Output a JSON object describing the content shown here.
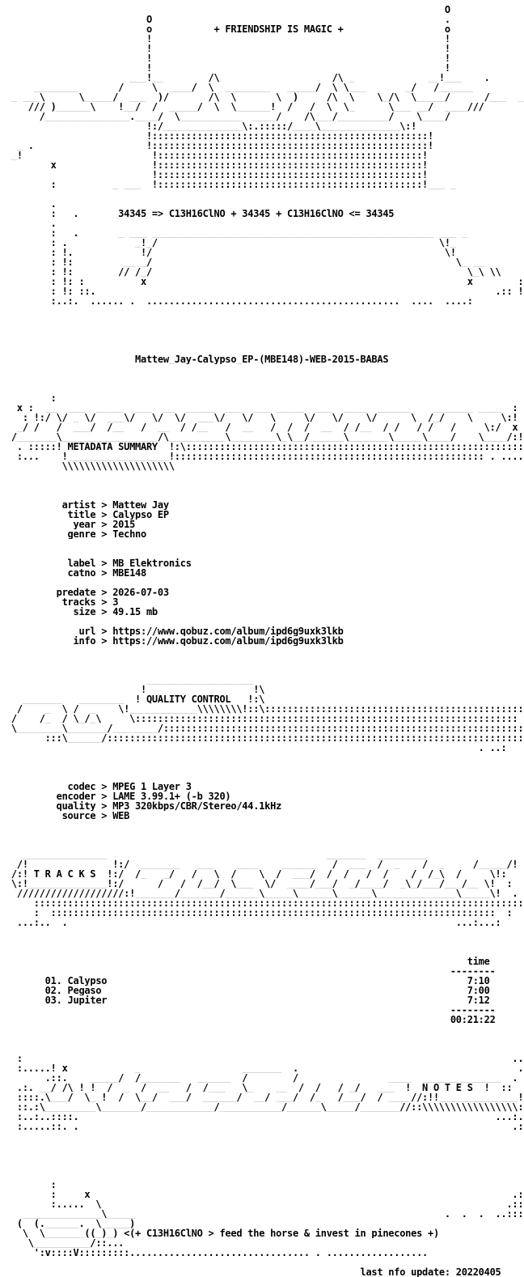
{
  "title": "Mattew_Jay-Calypso_EP-(MBE148)-WEB-2015-BABAS",
  "lines": [
    "                                                                               O",
    "                          O                                                    .",
    "                          o           + FRIENDSHIP IS MAGIC +                  o",
    "                          !                                                    !",
    "                          !                                                    !",
    "                          !                                                    !",
    "                          !                                                    !",
    "                       ___!__        /\\                    /\\ _             __!___    .",
    "      ________       /     \\  ____/  \\  ________   _____/  \\ \\___       _/   /______",
    "  _ ___\\      \\_____/  ___  )/       /\\  \\       \\  )     /\\  \\    \\_/\\  \\_____/      /___  _ ____  _",
    "     /// )______\\    !__/  /  _____/  \\  \\______!  /   /  \\  \\_      \\___ __/  ____///",
    "       /_______________.____/  \\___________  ____/    /\\___/_________/    \\____/",
    "                          !:/______________\\:.:::::/____\\______________\\:!",
    "                          !:::::::::::::::::::::::::::::::::::::::::::::::::!",
    "   _ .                    !:::::::::::::::::::::::::::::::::::::::::::::::::!",
    "  _!                       !:::::::::::::::::::::::::::::::::::::::::::::::!",
    "         x                 !:::::::::::::::::::::::::::::::::::::::::::::::!                     .",
    "                           !:::::::::::::::::::::::::::::::::::::::::::::::!",
    "         :          _ ___  !:::::::::::::::::::::::::::::::::::::::::::::::!___ _               x",
    "",
    "         .                                                                                       .",
    "         :   .       34345 => C13H16ClNO + 34345 + C13H16ClNO <= 34345",
    "         .",
    "         :   .       _ ___ __________________________________________________ ___ _            _ :",
    "         : .            _!_/                                                  \\!_             ! !",
    "         : !.            !/                                                    \\!              .! !",
    "         : !:         __ _/                                                      \\_ __         :! !",
    "         : !:        // /_/                                                        \\_\\ \\\\      :! !",
    "         : !: :          x                                                         x        : :x :",
    "         : !: ::.                                                                       .:: !: !",
    "         :..:.  ...... .  .............................................  ....  ....:",
    "",
    "",
    "",
    "",
    "",
    "                        Mattew_Jay-Calypso_EP-(MBE148)-WEB-2015-BABAS",
    "",
    "",
    "",
    "         :                                                                                     :",
    "   x :  __  ___  _____  ___  __  _____  ___  ___ _____  ___  ____  ______    _______ ____  :",
    "    : !:/ \\/ _ \\/  ___\\/   \\/  \\/  ___\\/   \\/   \\     \\/   \\/    \\/      \\  /_/    \\     \\:!",
    "   _/ /   /  ___/  /__   /  __  / /__   /  __   /  /  /  __  / /__  / /   / /   /     \\:/  x",
    "  /_______\\_________________/\\__________\\________\\_\\__/______\\_______\\_____\\____/    \\____/:!",
    "   . :::::! METADATA SUMMARY  !:\\::::::::::::::::::::::::::::::::::::::::::::::::::::::::::::::",
    "   :...    !__________________!::::::::::::::::::::::::::::::::::::::::::::::::::::::: . ....:",
    "           \\\\\\\\\\\\\\\\\\\\\\\\\\\\\\\\\\\\\\\\",
    "",
    "",
    "",
    "           artist > Mattew Jay",
    "            title > Calypso EP",
    "             year > 2015",
    "            genre > Techno",
    "",
    "",
    "            label > MB Elektronics",
    "            catno > MBE148",
    "",
    "          predate > 2026-07-03",
    "           tracks > 3",
    "             size > 49.15 mb",
    "",
    "              url > https://www.qobuz.com/album/ipd6g9uxk3lkb",
    "             info > https://www.qobuz.com/album/ipd6g9uxk3lkb",
    "",
    "",
    "",
    "                          ___________________",
    "                         !                   !\\",
    "    _______   ________  ! QUALITY CONTROL   !:\\",
    "   /    _  \\ /  _    \\!____________\\\\\\\\\\\\\\\\!::\\:::::::::::::::::::::::::::::::::::::::::::::::",
    "  /    /_  / \\_/_\\     \\::::::::::::::::::::::::::::::::::::::::::::::::::::::::::::::::::::   .",
    "  \\________\\_______/________/::::::::::::::::::::::::::::::::::::::::::::::::::::::::::::::::::  :",
    "        :::\\______/:::::::::::::::::::::::::::::::::::::::::::::::::::::::::::::::::::::::::::  :",
    "                                                                                     . ..:",
    "",
    "",
    "",
    "            codec > MPEG 1 Layer 3",
    "          encoder > LAME 3.99.1+ (-b 320)",
    "          quality > MP3 320kbps/CBR/Stereo/44.1kHz",
    "           source > WEB",
    "",
    "",
    "",
    "    _______________                                       _______  _________",
    "   /!               !:/  _______   ___    ____    ______   /  ___  /  _    /  _     /_____/!",
    "  /:! T R A C K S  !:/  /_   _/   /   \\  /    \\  /  ___/  /  /   /  /    /  /_\\  /     \\!:",
    "  \\:!______________!:/      /   /  /__/  \\___  \\/  ____/___/  _/____/  _\\_/___/___/__ \\!  :",
    "   ///////////////////:!_______/_______/______\\_____\\______\\______\\______________\\_____\\!  .",
    "      ::::::::::::::::::::::::::::::::::::::::::::::::::::::::::::::::::::::::::::::::::::::::",
    "      :  :::::::::::::::::::::::::::::::::::::::::::::::::::::::::::::::::::::::::::::::  :",
    "   ...:..  .                                                                     ...:...:",
    "",
    "",
    "",
    "                                                                                   time",
    "                                                                                --------",
    "        01. Calypso                                                                7:10",
    "        02. Pegaso                                                                 7:00",
    "        03. Jupiter                                                                7:12",
    "                                                                                --------",
    "                                                                                00:21:22",
    "",
    "",
    "",
    "   :                                                                                       .. :.:>",
    "   :.....! x            _                  _______  .                                       .  :!:",
    "        .::.    _____/  /_______   ______  /        /                ____  ______________  . !:",
    "   .:. __/ /\\ ! !  /  _  /  __   /  /___   \\_    __  /  /   / _/   ___  !  N O T E S  !  ::",
    "   ::::.\\___/  \\_ !  /  \\__/  ___/  ______/  __/ ___/  /_   /___/  / ____//:!!______________!:.:",
    "   ::.:\\_________\\_______/____________/___________/______\\_____/_______//::\\\\\\\\\\\\\\\\\\\\\\\\\\\\\\\\\\:!",
    "   :..:..::::.                                                                          ...:.",
    "   :.....::. .                                                                             .:",
    "",
    "",
    "",
    "",
    "",
    "         :",
    "         :     x                                                                           .:",
    "         :.....  \\                                                                        .:::",
    "    ______________\\_____                                                       .  .  .  ..::::",
    "   (  (.______.  \\_____)                                                                     :",
    "    \\  \\_______((_)_) <(+ C13H16ClNO > feed the horse & invest in pinecones +)",
    "     \\__________/::...",
    "      ':v::::V:::::::::................................ . ..................",
    "",
    "                                                                last nfo update: 20220405"
  ]
}
